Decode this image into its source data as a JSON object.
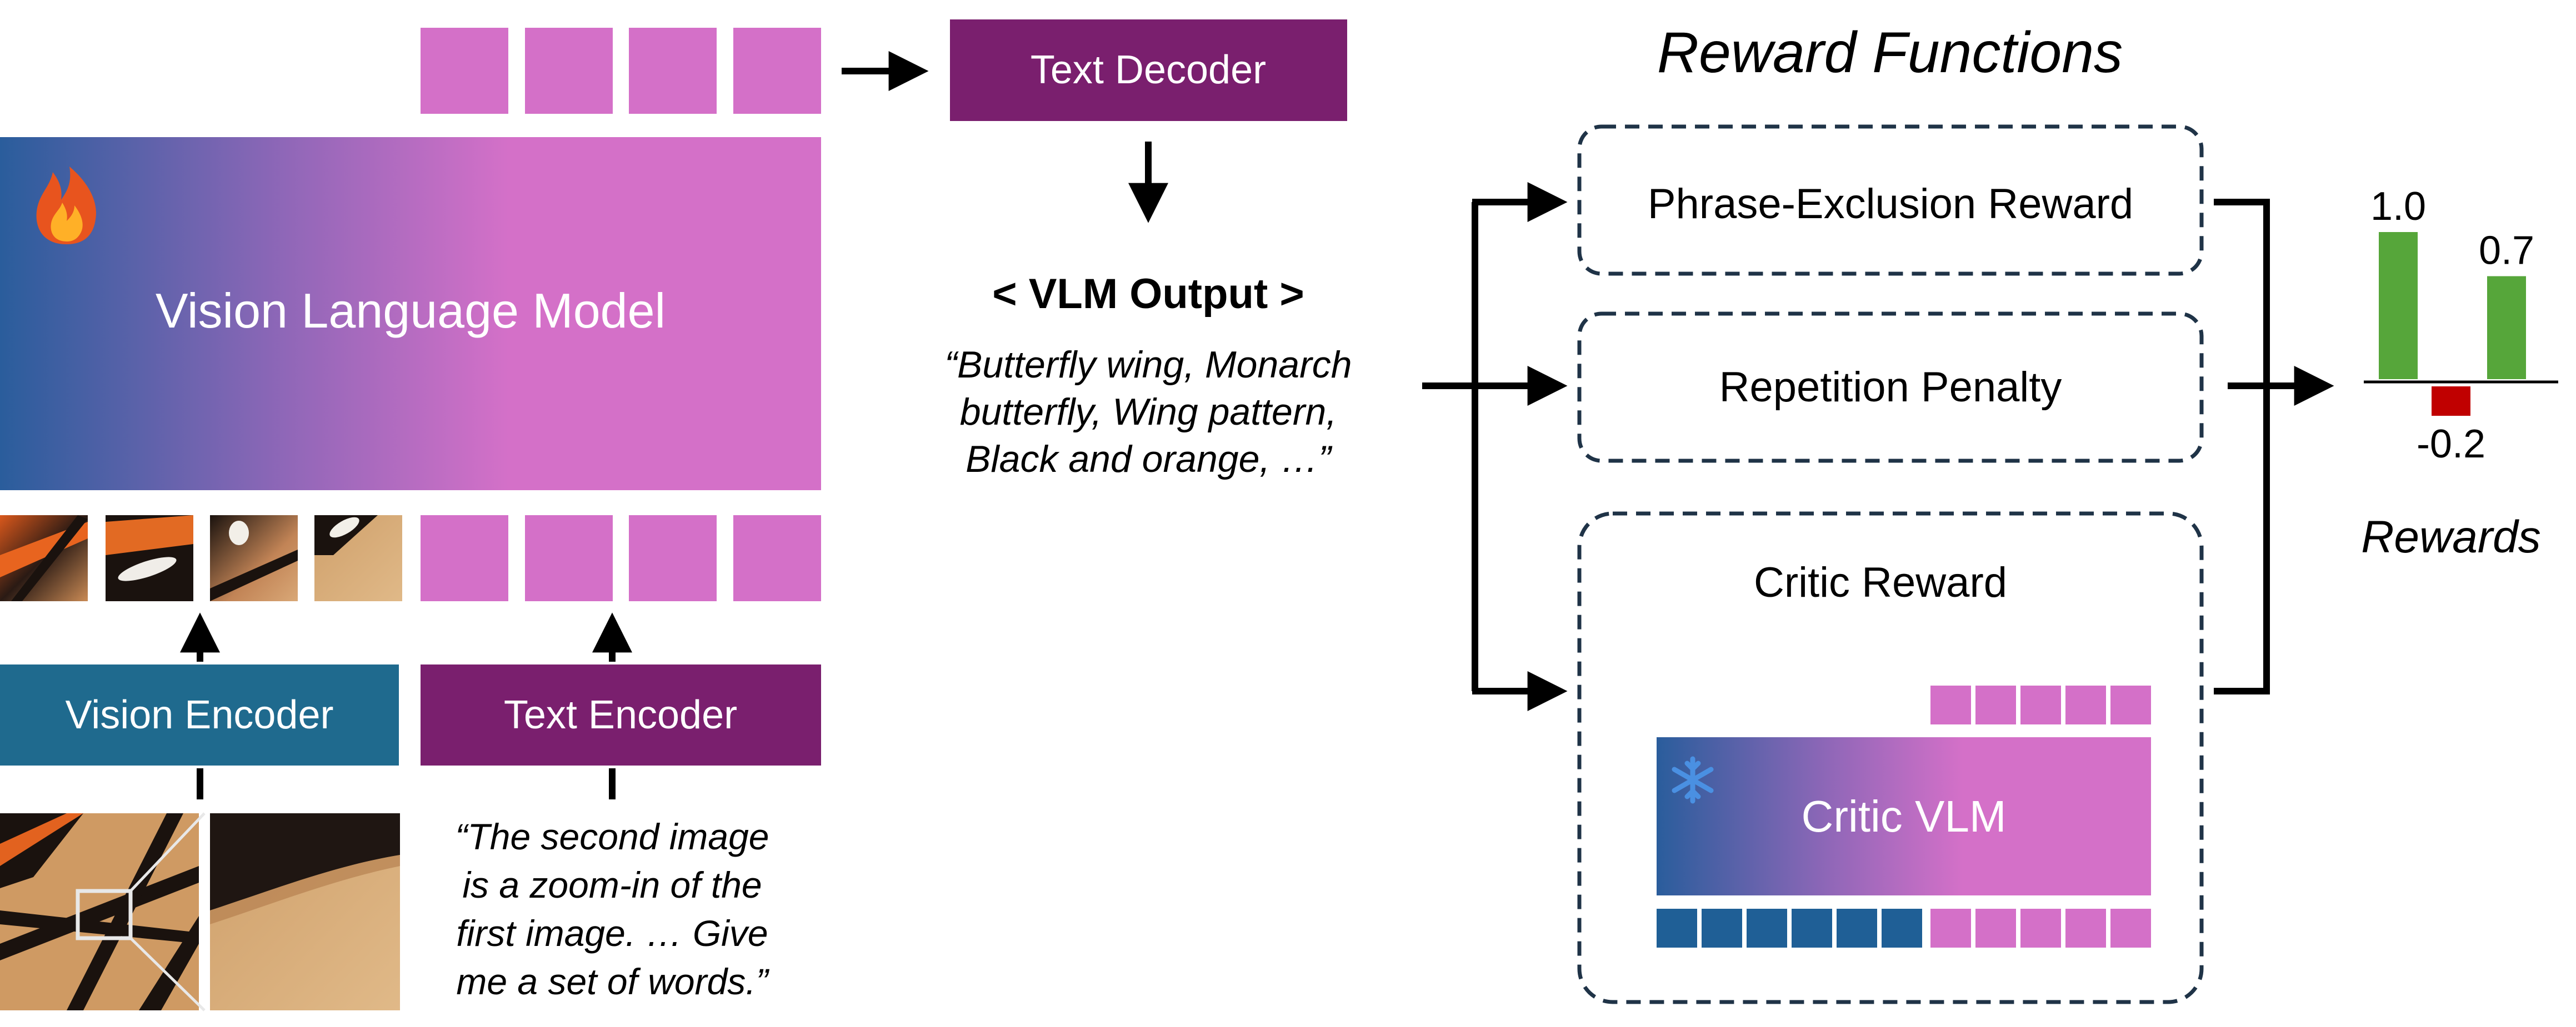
{
  "colors": {
    "pink": "#d470c8",
    "purple": "#7a1f6e",
    "teal": "#1f6a8e",
    "blue_dark": "#2a5d9c",
    "green": "#56a63a",
    "red": "#c00000",
    "arrow": "#000000",
    "dashed_border": "#1f3347"
  },
  "left": {
    "vlm_title": "Vision Language Model",
    "fire_icon": "fire-icon",
    "vision_encoder": "Vision Encoder",
    "text_encoder": "Text Encoder",
    "prompt_lines": [
      "“The second image",
      "is a zoom-in of the",
      "first image. … Give",
      "me a set of words.”"
    ]
  },
  "middle": {
    "text_decoder": "Text Decoder",
    "vlm_output_title": "< VLM Output >",
    "output_lines": [
      "“Butterfly wing, Monarch",
      "butterfly, Wing pattern,",
      "Black and orange, …”"
    ]
  },
  "reward_functions": {
    "title": "Reward Functions",
    "items": [
      "Phrase-Exclusion Reward",
      "Repetition Penalty",
      "Critic Reward"
    ],
    "critic_vlm": "Critic VLM",
    "snowflake_icon": "snowflake-icon"
  },
  "rewards": {
    "title": "Rewards",
    "values": [
      1.0,
      -0.2,
      0.7
    ],
    "labels": [
      "1.0",
      "-0.2",
      "0.7"
    ]
  }
}
